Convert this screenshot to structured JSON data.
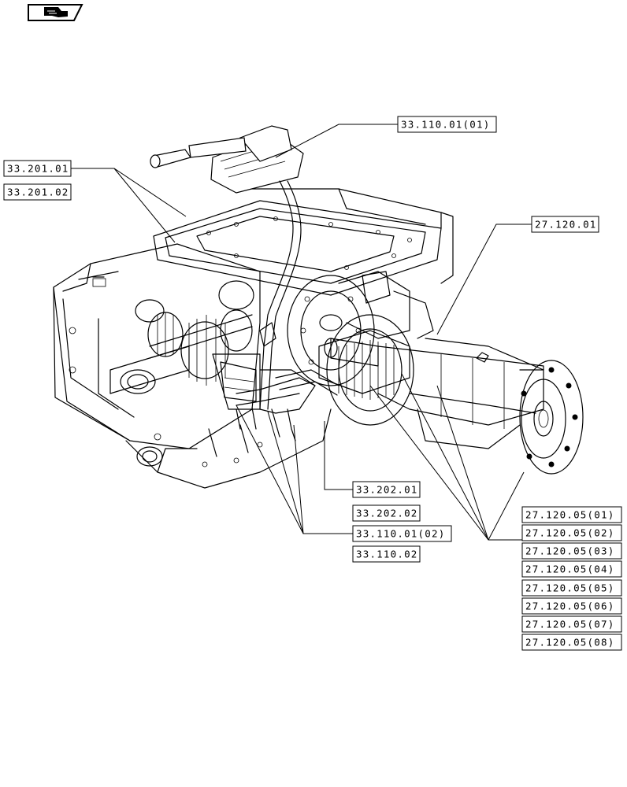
{
  "colors": {
    "ink": "#000000",
    "paper": "#ffffff"
  },
  "nav_icon": {
    "name": "book-hand-icon"
  },
  "labels": [
    {
      "id": "33-110-01-01",
      "text": "33.110.01(01)"
    },
    {
      "id": "33-201-01",
      "text": "33.201.01"
    },
    {
      "id": "33-201-02",
      "text": "33.201.02"
    },
    {
      "id": "27-120-01",
      "text": "27.120.01"
    },
    {
      "id": "33-202-01",
      "text": "33.202.01"
    },
    {
      "id": "33-202-02",
      "text": "33.202.02"
    },
    {
      "id": "33-110-01-02",
      "text": "33.110.01(02)"
    },
    {
      "id": "33-110-02",
      "text": "33.110.02"
    },
    {
      "id": "27-120-05-01",
      "text": "27.120.05(01)"
    },
    {
      "id": "27-120-05-02",
      "text": "27.120.05(02)"
    },
    {
      "id": "27-120-05-03",
      "text": "27.120.05(03)"
    },
    {
      "id": "27-120-05-04",
      "text": "27.120.05(04)"
    },
    {
      "id": "27-120-05-05",
      "text": "27.120.05(05)"
    },
    {
      "id": "27-120-05-06",
      "text": "27.120.05(06)"
    },
    {
      "id": "27-120-05-07",
      "text": "27.120.05(07)"
    },
    {
      "id": "27-120-05-08",
      "text": "27.120.05(08)"
    }
  ]
}
